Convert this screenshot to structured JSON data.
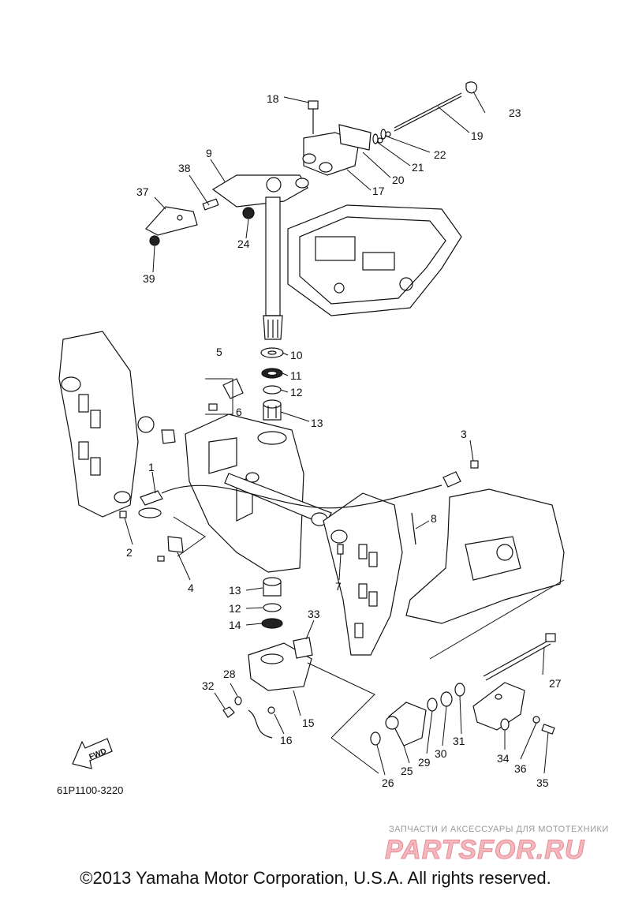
{
  "diagram": {
    "part_numbers": [
      "1",
      "2",
      "3",
      "4",
      "5",
      "6",
      "7",
      "8",
      "9",
      "10",
      "11",
      "12",
      "13",
      "13",
      "12",
      "14",
      "15",
      "16",
      "17",
      "18",
      "19",
      "20",
      "21",
      "22",
      "23",
      "24",
      "25",
      "26",
      "27",
      "28",
      "29",
      "30",
      "31",
      "32",
      "33",
      "34",
      "35",
      "36",
      "37",
      "38",
      "39"
    ],
    "drawing_code": "61P1100-3220",
    "fwd_label": "FWD"
  },
  "watermark": {
    "tagline": "ЗАПЧАСТИ И АКСЕССУАРЫ ДЛЯ МОТОТЕХНИКИ",
    "site": "PARTSFOR.RU"
  },
  "footer": {
    "copyright": "©2013 Yamaha Motor Corporation, U.S.A. All rights reserved."
  }
}
